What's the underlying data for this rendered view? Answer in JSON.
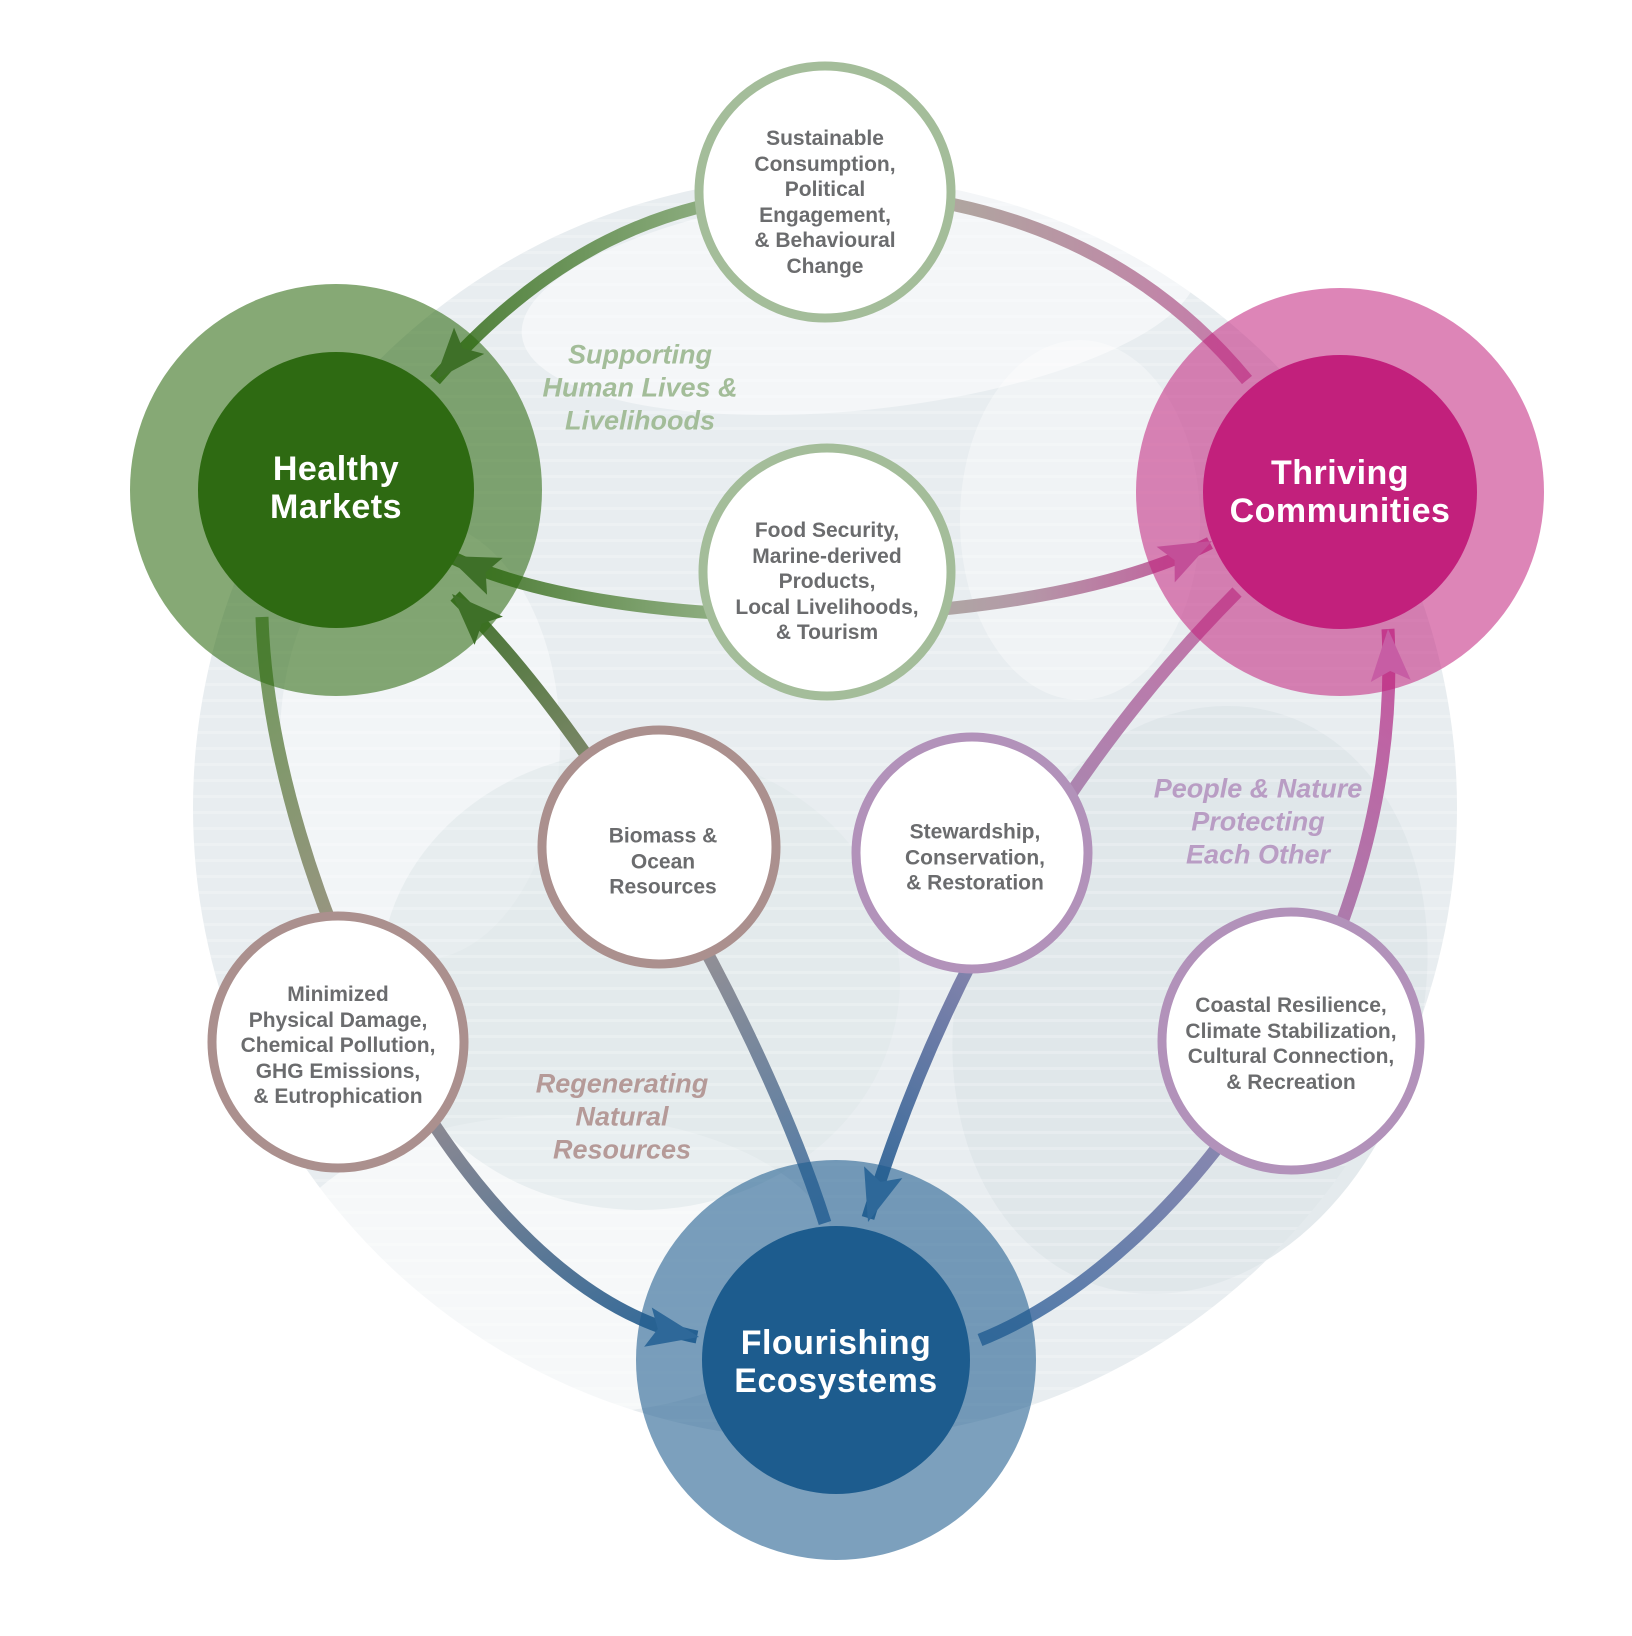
{
  "diagram": {
    "hubs": [
      {
        "id": "healthy-markets",
        "label": "Healthy\nMarkets",
        "color": "#2e6a12",
        "ring_color": "rgba(47,106,18,0.58)"
      },
      {
        "id": "thriving-communities",
        "label": "Thriving\nCommunities",
        "color": "#c2207c",
        "ring_color": "rgba(193,32,124,0.55)"
      },
      {
        "id": "flourishing-ecosystems",
        "label": "Flourishing\nEcosystems",
        "color": "#1d5c8e",
        "ring_color": "rgba(29,92,142,0.58)"
      }
    ],
    "nodes": [
      {
        "id": "sustainable-consumption",
        "label": "Sustainable\nConsumption,\nPolitical\nEngagement,\n& Behavioural\nChange",
        "border_color": "#a4bd9a"
      },
      {
        "id": "food-security",
        "label": "Food Security,\nMarine-derived\nProducts,\nLocal Livelihoods,\n& Tourism",
        "border_color": "#a4bd9a"
      },
      {
        "id": "biomass-ocean-resources",
        "label": "Biomass &\nOcean\nResources",
        "border_color": "#ab908e"
      },
      {
        "id": "stewardship",
        "label": "Stewardship,\nConservation,\n& Restoration",
        "border_color": "#b292ba"
      },
      {
        "id": "minimized-damage",
        "label": "Minimized\nPhysical Damage,\nChemical Pollution,\nGHG Emissions,\n& Eutrophication",
        "border_color": "#ab908e"
      },
      {
        "id": "coastal-resilience",
        "label": "Coastal Resilience,\nClimate Stabilization,\nCultural Connection,\n& Recreation",
        "border_color": "#b292ba"
      }
    ],
    "flow_labels": [
      {
        "id": "supporting-lives",
        "label": "Supporting\nHuman Lives &\nLivelihoods",
        "color": "#a3bd99"
      },
      {
        "id": "people-nature",
        "label": "People & Nature\nProtecting\nEach Other",
        "color": "#b99dc4"
      },
      {
        "id": "regenerating-resources",
        "label": "Regenerating\nNatural\nResources",
        "color": "#b59a98"
      }
    ],
    "flows": [
      {
        "from": "thriving-communities",
        "via": "sustainable-consumption",
        "to": "healthy-markets"
      },
      {
        "from": "healthy-markets",
        "via": "food-security",
        "to": "thriving-communities",
        "bidirectional": true
      },
      {
        "from": "flourishing-ecosystems",
        "via": "biomass-ocean-resources",
        "to": "healthy-markets"
      },
      {
        "from": "healthy-markets",
        "via": "minimized-damage",
        "to": "flourishing-ecosystems"
      },
      {
        "from": "thriving-communities",
        "via": "stewardship",
        "to": "flourishing-ecosystems"
      },
      {
        "from": "flourishing-ecosystems",
        "via": "coastal-resilience",
        "to": "thriving-communities"
      }
    ]
  }
}
